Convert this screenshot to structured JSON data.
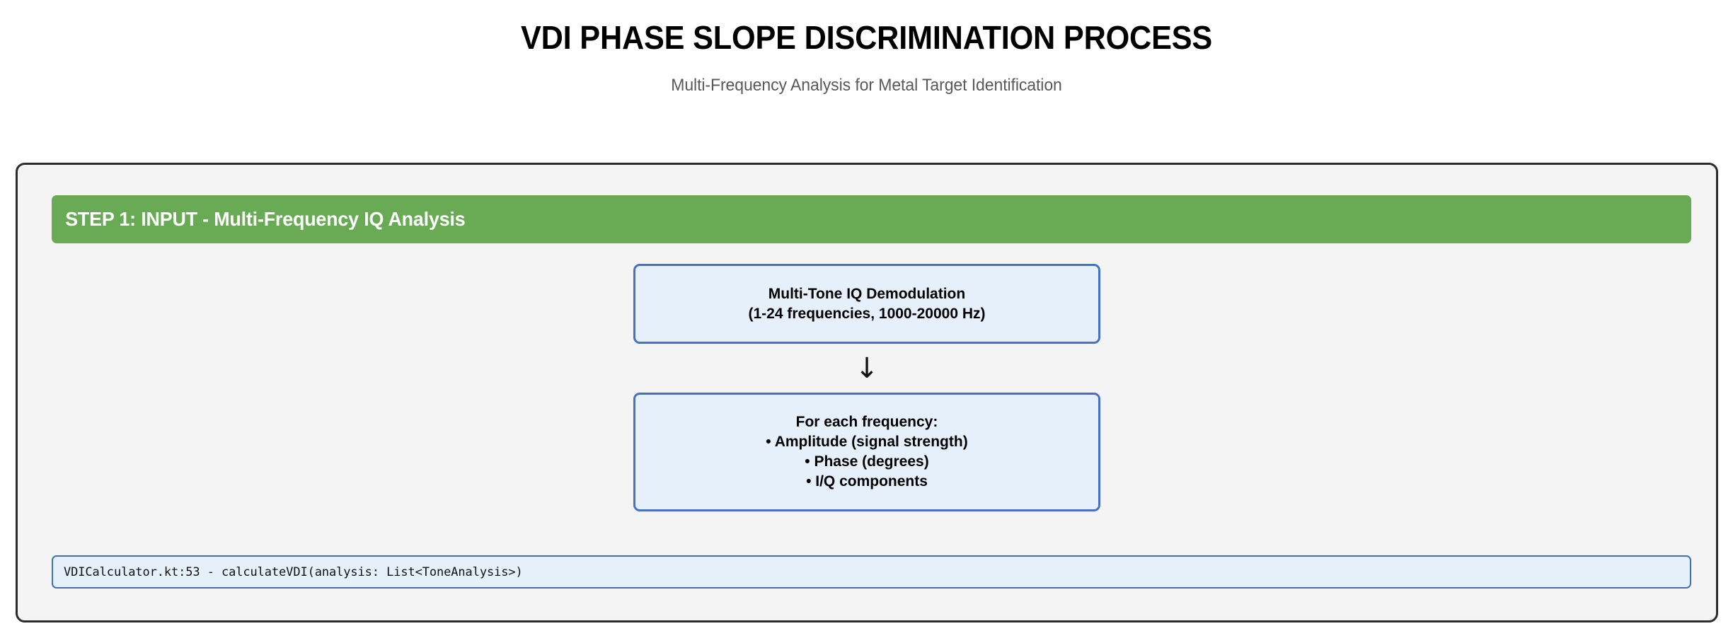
{
  "header": {
    "title": "VDI PHASE SLOPE DISCRIMINATION PROCESS",
    "subtitle": "Multi-Frequency Analysis for Metal Target Identification"
  },
  "step": {
    "banner_label": "STEP 1: INPUT - Multi-Frequency IQ Analysis",
    "banner_color": "#69aa55",
    "container_border_color": "#2c2c2c",
    "container_background": "#f4f4f4",
    "boxes": [
      {
        "name": "multi-tone-iq-demodulation",
        "lines": [
          "Multi-Tone IQ Demodulation",
          "(1-24 frequencies, 1000-20000 Hz)"
        ],
        "fill": "#e6f0fb",
        "border": "#4572c4"
      },
      {
        "name": "per-frequency-outputs",
        "lines": [
          "For each frequency:",
          "• Amplitude (signal strength)",
          "• Phase (degrees)",
          "• I/Q components"
        ],
        "fill": "#e6f0fb",
        "border": "#4572c4"
      }
    ],
    "arrow_glyph": "↓",
    "code_reference": "VDICalculator.kt:53 - calculateVDI(analysis: List<ToneAnalysis>)"
  }
}
